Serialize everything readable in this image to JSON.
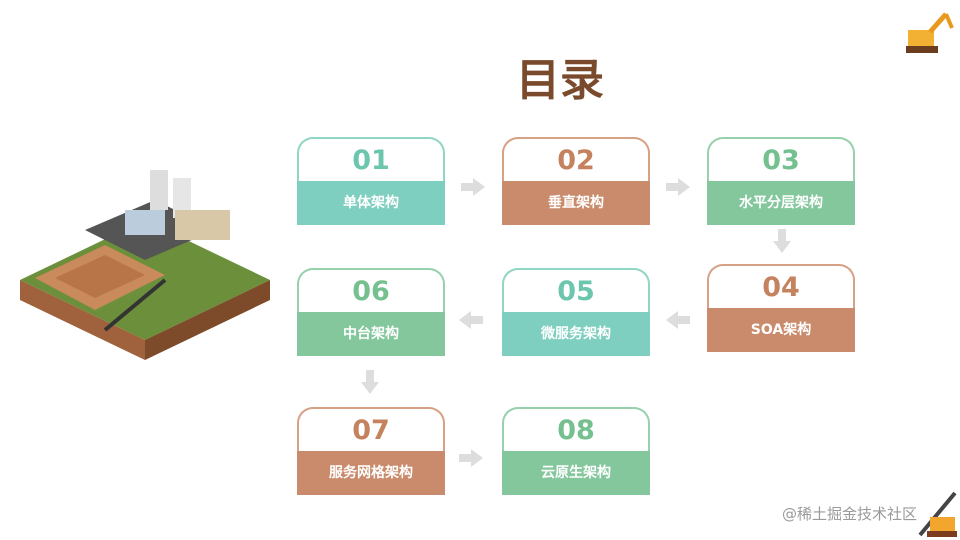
{
  "title": "目录",
  "items": [
    {
      "num": "01",
      "label": "单体架构",
      "color": "teal"
    },
    {
      "num": "02",
      "label": "垂直架构",
      "color": "brown"
    },
    {
      "num": "03",
      "label": "水平分层架构",
      "color": "green"
    },
    {
      "num": "04",
      "label": "SOA架构",
      "color": "brown"
    },
    {
      "num": "05",
      "label": "微服务架构",
      "color": "teal"
    },
    {
      "num": "06",
      "label": "中台架构",
      "color": "green"
    },
    {
      "num": "07",
      "label": "服务网格架构",
      "color": "brown"
    },
    {
      "num": "08",
      "label": "云原生架构",
      "color": "green"
    }
  ],
  "watermark": "@稀土掘金技术社区"
}
